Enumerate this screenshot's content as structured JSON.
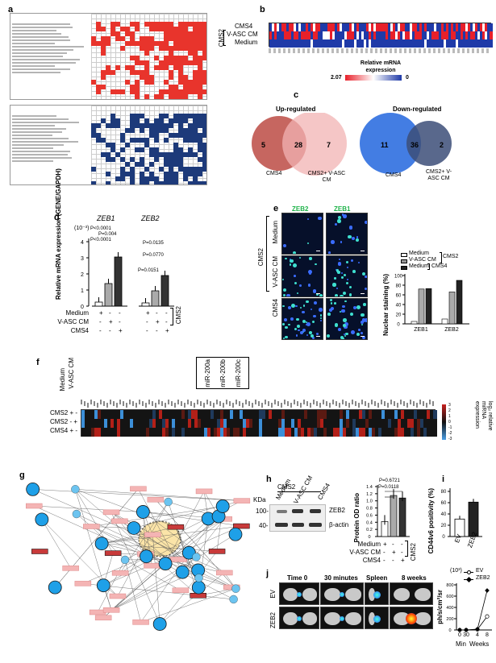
{
  "panels": {
    "a": "a",
    "b": "b",
    "c": "c",
    "d": "d",
    "e": "e",
    "f": "f",
    "g": "g",
    "h": "h",
    "i": "i",
    "j": "j"
  },
  "panel_b": {
    "rows": [
      "CMS4",
      "V-ASC CM",
      "Medium"
    ],
    "group": "CMS2",
    "legend_title": "Relative mRNA expression",
    "legend_min": "2.07",
    "legend_max": "0",
    "colors": {
      "high": "#e8202a",
      "low": "#1f3aa8",
      "mid": "#ffffff"
    }
  },
  "panel_c": {
    "up_title": "Up-regulated",
    "down_title": "Down-regulated",
    "up": {
      "left": "5",
      "overlap": "28",
      "right": "7",
      "left_label": "CMS4",
      "right_label": "CMS2+ V-ASC CM"
    },
    "down": {
      "left": "11",
      "overlap": "36",
      "right": "2",
      "left_label": "CMS4",
      "right_label": "CMS2+ V-ASC CM"
    }
  },
  "panel_d": {
    "genes": [
      "ZEB1",
      "ZEB2"
    ],
    "scale": "(10⁻³)",
    "ylabel": "Relative mRNA expression (GENE/GAPDH)",
    "yticks": [
      "0",
      "1",
      "2",
      "3",
      "4"
    ],
    "pvals_zeb1": [
      "P<0.0001",
      "P=0.004",
      "P<0.0001"
    ],
    "pvals_zeb2": [
      "P=0.0135",
      "P=0.0770",
      "P=0.0151"
    ],
    "conditions": [
      "Medium",
      "V-ASC CM",
      "CMS4"
    ],
    "signs": [
      [
        "+",
        "-",
        "-"
      ],
      [
        "-",
        "+",
        "-"
      ],
      [
        "-",
        "-",
        "+"
      ]
    ],
    "group": "CMS2"
  },
  "panel_e": {
    "stains": [
      "ZEB2",
      "ZEB1"
    ],
    "rows": [
      "Medium",
      "V-ASC CM",
      "CMS4"
    ],
    "group": "CMS2",
    "legend": [
      "Medium",
      "V-ASC CM",
      "Medium"
    ],
    "legend_groups": [
      "CMS2",
      "CMS4"
    ],
    "ylabel": "Nuclear staining (%)",
    "yticks": [
      "0",
      "20",
      "40",
      "60",
      "80",
      "100"
    ],
    "categories": [
      "ZEB1",
      "ZEB2"
    ]
  },
  "panel_f": {
    "col_header": [
      "Medium",
      "V-ASC CM"
    ],
    "highlight": [
      "miR-200a",
      "miR-200b",
      "miR-200c"
    ],
    "rows": [
      {
        "label": "CMS2",
        "signs": "+ -"
      },
      {
        "label": "CMS2",
        "signs": "- +"
      },
      {
        "label": "CMS4",
        "signs": "+ -"
      }
    ],
    "legend_title": "log₂ relative miRNA expression",
    "legend_ticks": [
      "3",
      "2",
      "1",
      "0",
      "-1",
      "-2",
      "-3"
    ]
  },
  "panel_h": {
    "conditions": [
      "Medium",
      "V-ASC CM",
      "CMS4"
    ],
    "group": "CMS2",
    "kda": "KDa",
    "markers": [
      "100-",
      "40-"
    ],
    "bands": [
      "ZEB2",
      "β-actin"
    ],
    "ylabel": "Protein OD ratio",
    "yticks": [
      "0",
      "0.2",
      "0.4",
      "0.6",
      "0.8",
      "1.0",
      "1.2",
      "1.4"
    ],
    "pvals": [
      "P=0.6721",
      "P=0.0118"
    ],
    "signs": [
      [
        "+",
        "-",
        "-"
      ],
      [
        "-",
        "+",
        "-"
      ],
      [
        "-",
        "-",
        "+"
      ]
    ],
    "row_labels": [
      "Medium",
      "V-ASC CM",
      "CMS4"
    ]
  },
  "panel_i": {
    "ylabel": "CD44v6 positivity (%)",
    "yticks": [
      "0",
      "20",
      "40",
      "60",
      "80"
    ],
    "categories": [
      "EV",
      "ZEB2"
    ]
  },
  "panel_j": {
    "timepoints": [
      "Time 0",
      "30 minutes",
      "Spleen",
      "8 weeks"
    ],
    "rows": [
      "EV",
      "ZEB2"
    ],
    "legend": [
      "EV",
      "ZEB2"
    ],
    "scale": "(10³)",
    "ylabel": "ph/s/cm²/sr",
    "xticks": [
      "0",
      "30",
      "4",
      "8"
    ],
    "xunits": [
      "Min",
      "Weeks"
    ],
    "yticks": [
      "0",
      "200",
      "400",
      "600",
      "800"
    ]
  },
  "chart_data": [
    {
      "type": "bar",
      "categories": [
        "Medium",
        "V-ASC CM",
        "CMS4"
      ],
      "series": [
        {
          "name": "ZEB1",
          "values": [
            0.25,
            1.4,
            3.05
          ]
        },
        {
          "name": "ZEB2",
          "values": [
            0.2,
            0.95,
            1.9
          ]
        }
      ],
      "ylim": [
        0,
        4
      ]
    },
    {
      "type": "bar",
      "categories": [
        "ZEB1",
        "ZEB2"
      ],
      "series": [
        {
          "name": "Medium",
          "values": [
            5,
            10
          ]
        },
        {
          "name": "V-ASC CM",
          "values": [
            72,
            66
          ]
        },
        {
          "name": "Medium",
          "values": [
            73,
            90
          ]
        }
      ],
      "ylim": [
        0,
        100
      ]
    },
    {
      "type": "bar",
      "categories": [
        "Medium",
        "V-ASC CM",
        "CMS4"
      ],
      "values": [
        0.42,
        1.15,
        1.08
      ],
      "ylim": [
        0,
        1.4
      ]
    },
    {
      "type": "bar",
      "categories": [
        "EV",
        "ZEB2"
      ],
      "values": [
        31,
        61
      ],
      "ylim": [
        0,
        80
      ]
    },
    {
      "type": "line",
      "x": [
        "0",
        "30",
        "4",
        "8"
      ],
      "series": [
        {
          "name": "EV",
          "values": [
            0,
            0,
            10,
            240
          ]
        },
        {
          "name": "ZEB2",
          "values": [
            0,
            0,
            15,
            700
          ]
        }
      ],
      "ylim": [
        0,
        800
      ]
    }
  ]
}
